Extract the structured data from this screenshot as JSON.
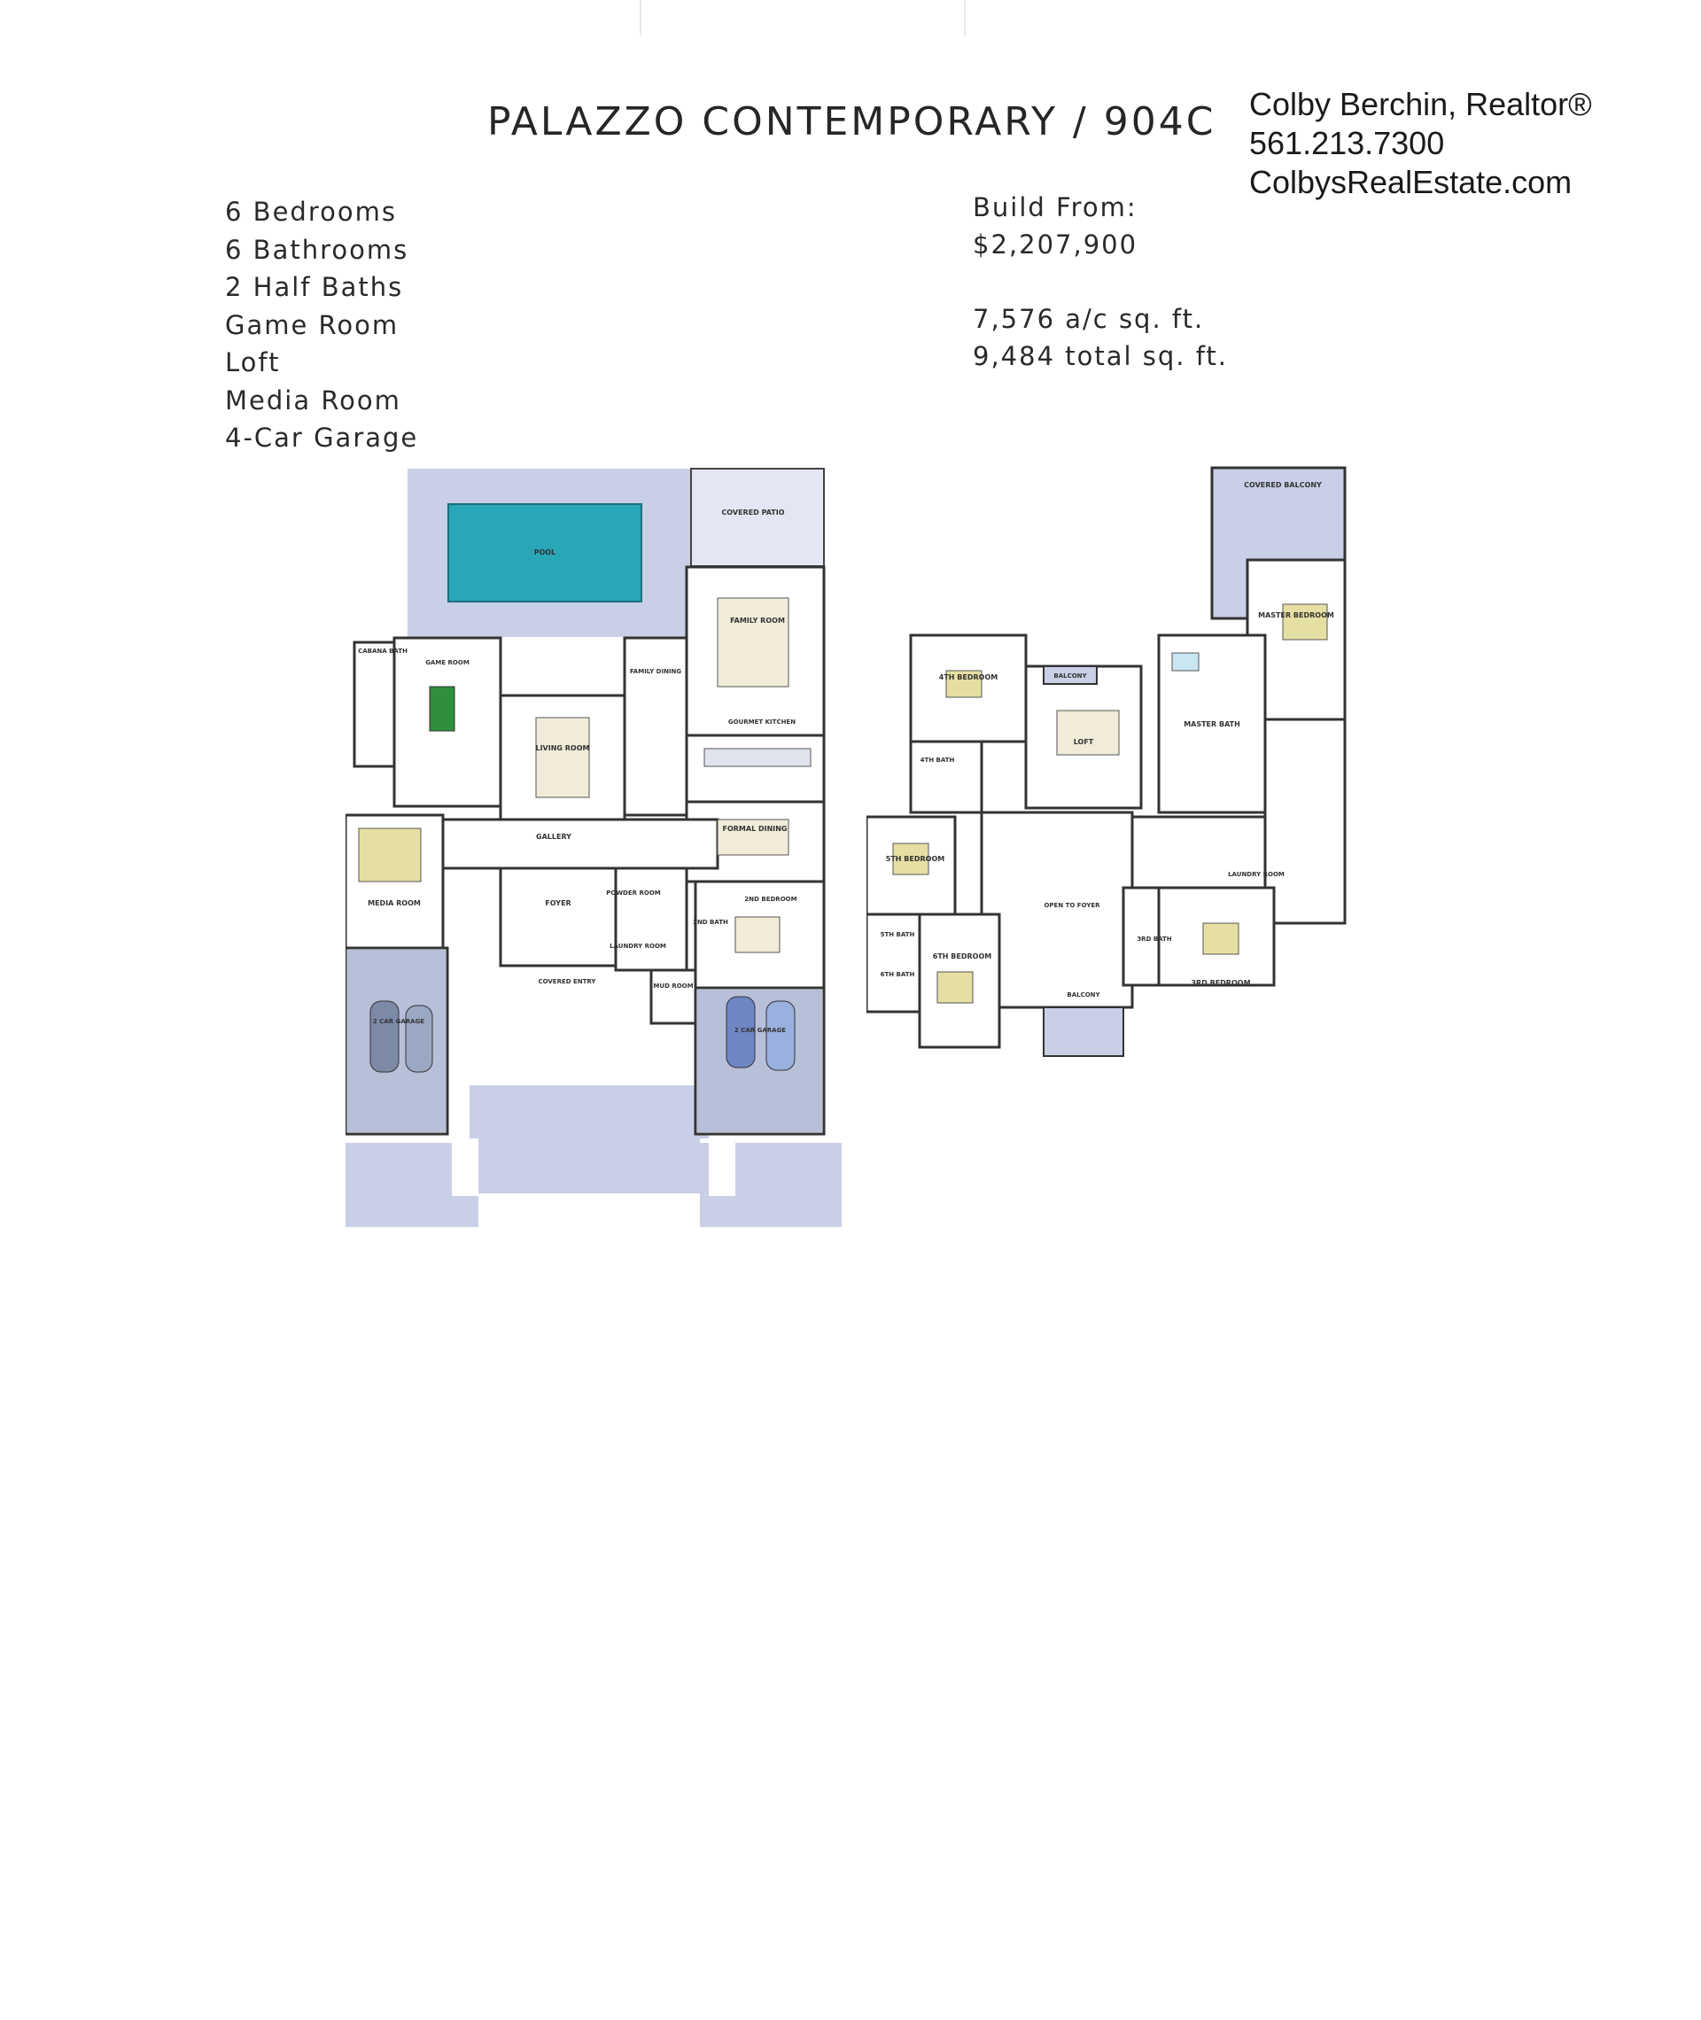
{
  "header": {
    "title": "PALAZZO CONTEMPORARY / 904C"
  },
  "realtor": {
    "name": "Colby Berchin, Realtor®",
    "phone": "561.213.7300",
    "website": "ColbysRealEstate.com"
  },
  "features": [
    "6 Bedrooms",
    "6 Bathrooms",
    "2 Half Baths",
    "Game Room",
    "Loft",
    "Media Room",
    "4-Car Garage"
  ],
  "pricing": {
    "label": "Build From:",
    "price": "$2,207,900",
    "ac_sqft": "7,576 a/c sq. ft.",
    "total_sqft": "9,484 total sq. ft."
  },
  "first_floor": {
    "pool": "POOL",
    "covered_patio": "COVERED PATIO",
    "cabana_bath": "CABANA BATH",
    "game_room": "GAME ROOM",
    "family_room": "FAMILY ROOM",
    "family_dining": "FAMILY DINING",
    "gourmet_kitchen": "GOURMET KITCHEN",
    "living_room": "LIVING ROOM",
    "gallery": "GALLERY",
    "formal_dining": "FORMAL DINING",
    "media_room": "MEDIA ROOM",
    "foyer": "FOYER",
    "powder_room": "POWDER ROOM",
    "laundry_room": "LAUNDRY ROOM",
    "bath_2nd": "2ND BATH",
    "bedroom_2nd": "2ND BEDROOM",
    "covered_entry": "COVERED ENTRY",
    "mud_room": "MUD ROOM",
    "garage_left": "2 CAR GARAGE",
    "garage_right": "2 CAR GARAGE"
  },
  "second_floor": {
    "covered_balcony": "COVERED BALCONY",
    "master_bedroom": "MASTER BEDROOM",
    "bedroom_4th": "4TH BEDROOM",
    "balcony_top": "BALCONY",
    "loft": "LOFT",
    "master_bath": "MASTER BATH",
    "bath_4th": "4TH BATH",
    "bedroom_5th": "5TH BEDROOM",
    "bath_5th": "5TH BATH",
    "open_to_foyer": "OPEN TO FOYER",
    "laundry_room": "LAUNDRY ROOM",
    "bath_6th": "6TH BATH",
    "bedroom_6th": "6TH BEDROOM",
    "balcony_bottom": "BALCONY",
    "bath_3rd": "3RD BATH",
    "bedroom_3rd": "3RD BEDROOM"
  }
}
